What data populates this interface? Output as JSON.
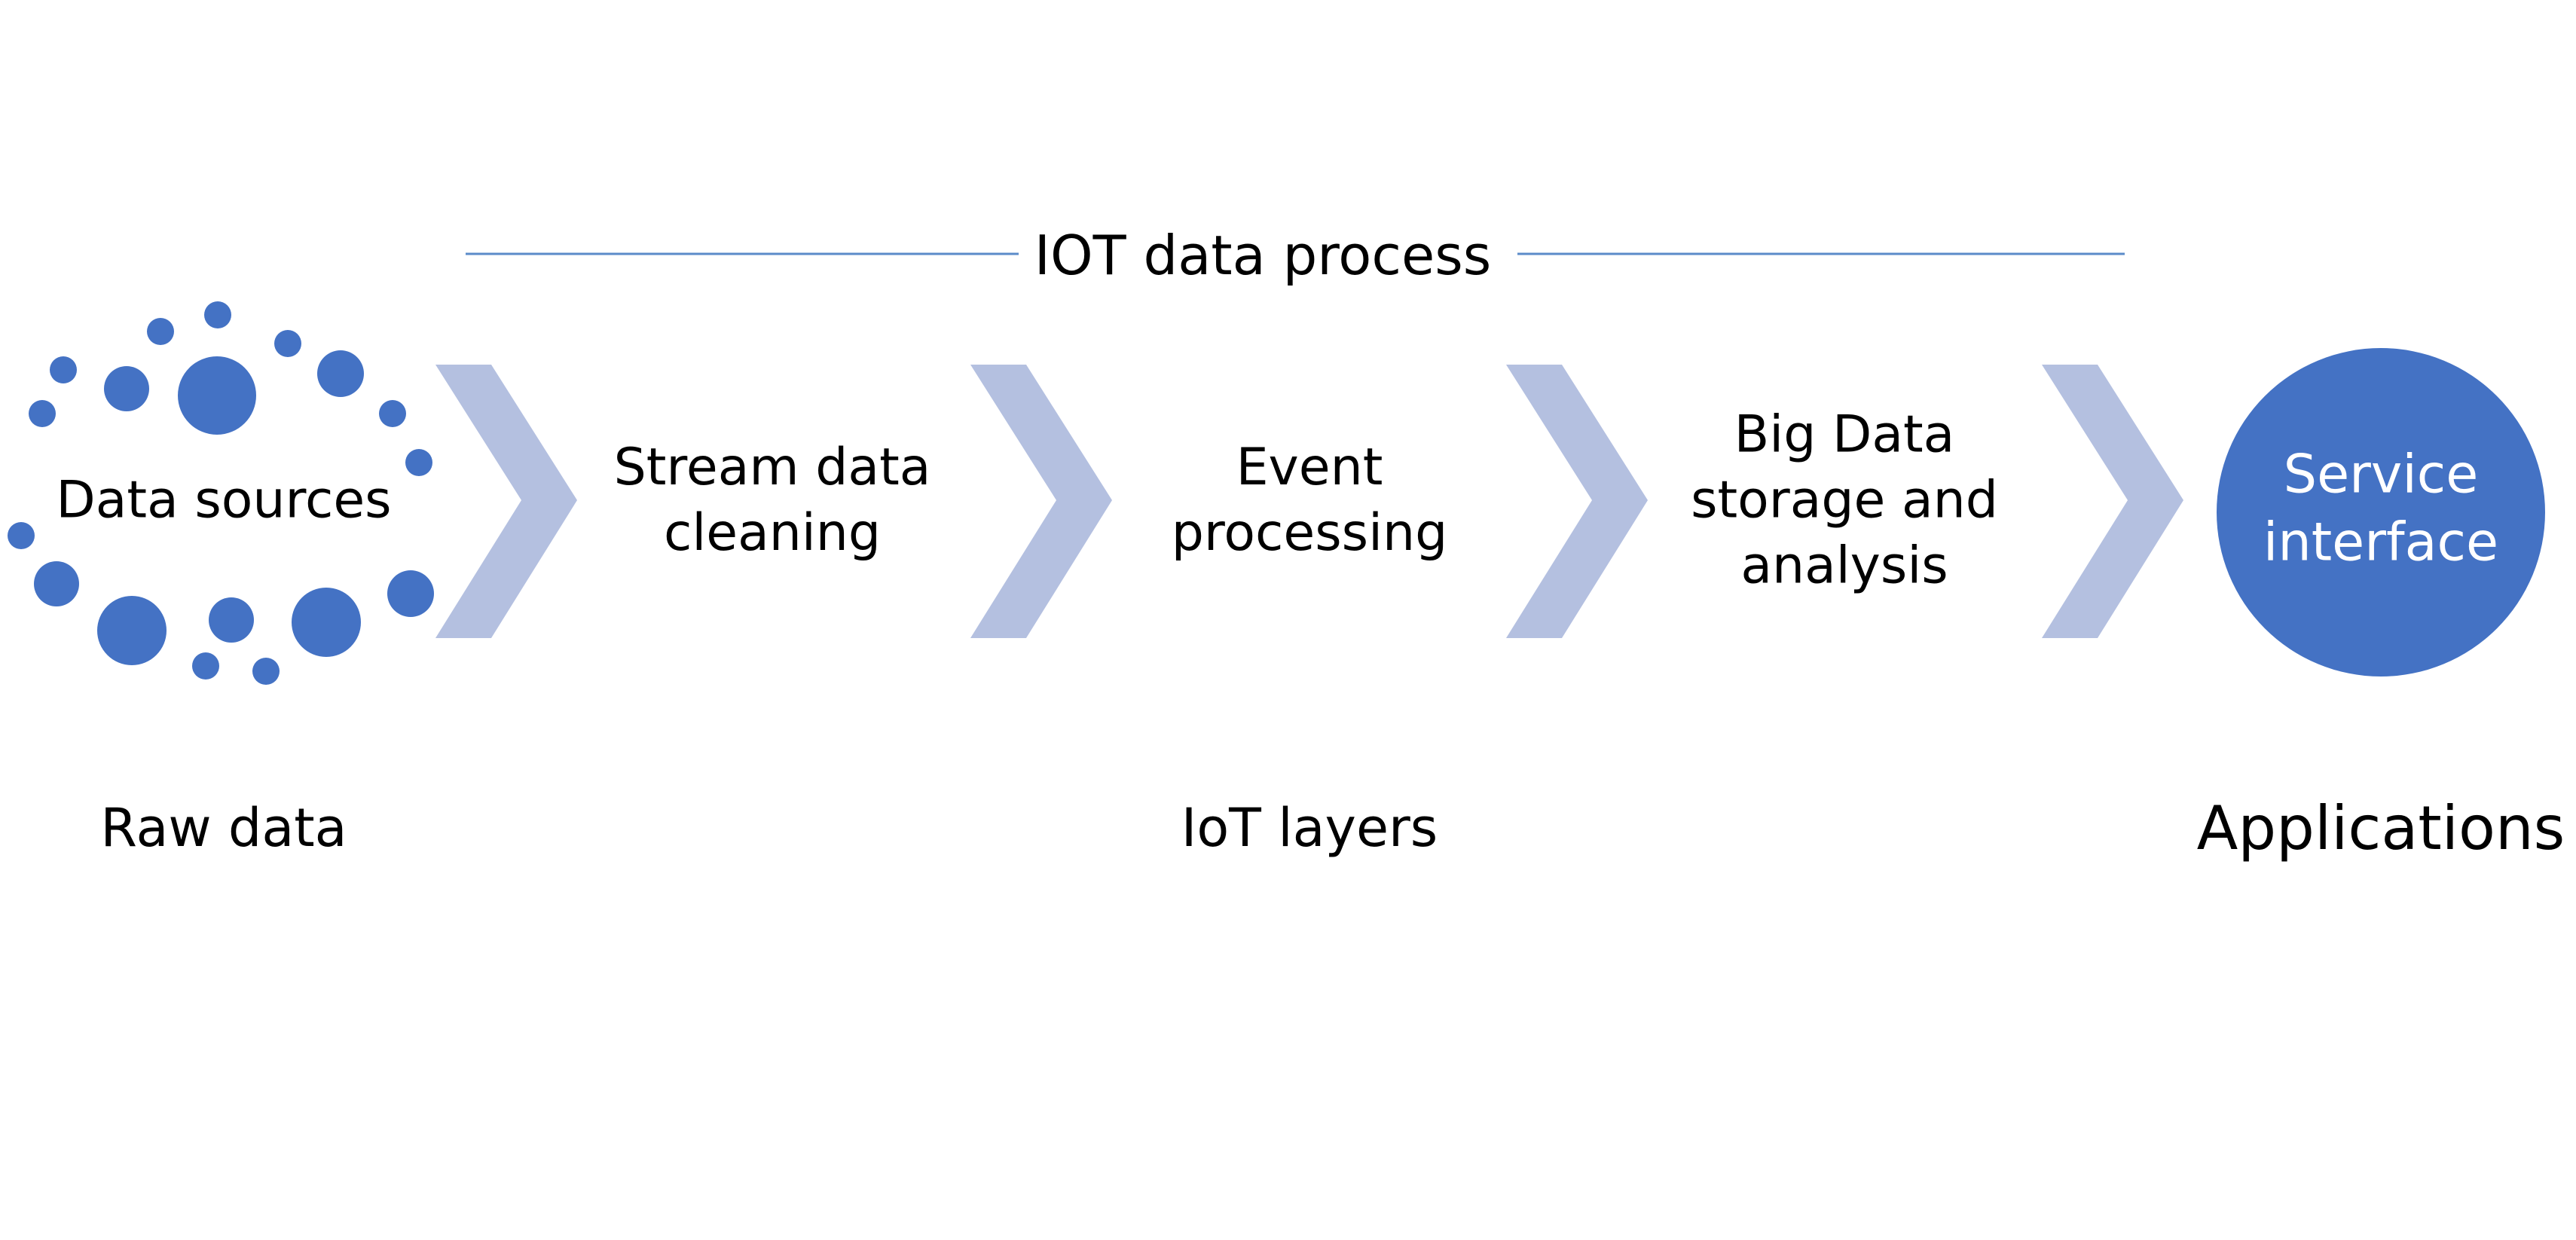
{
  "title": "IOT data process",
  "stages": [
    {
      "label": "Data sources"
    },
    {
      "label": "Stream data\ncleaning"
    },
    {
      "label": "Event\nprocessing"
    },
    {
      "label": "Big Data\nstorage and\nanalysis"
    },
    {
      "label": "Service\ninterface"
    }
  ],
  "bottom_labels": {
    "raw": "Raw data",
    "layers": "IoT layers",
    "apps": "Applications"
  },
  "colors": {
    "accent": "#4472C4",
    "chevron": "#B4C0E0",
    "line": "#5B8BC9",
    "text": "#000000",
    "service_text": "#FFFFFF"
  }
}
